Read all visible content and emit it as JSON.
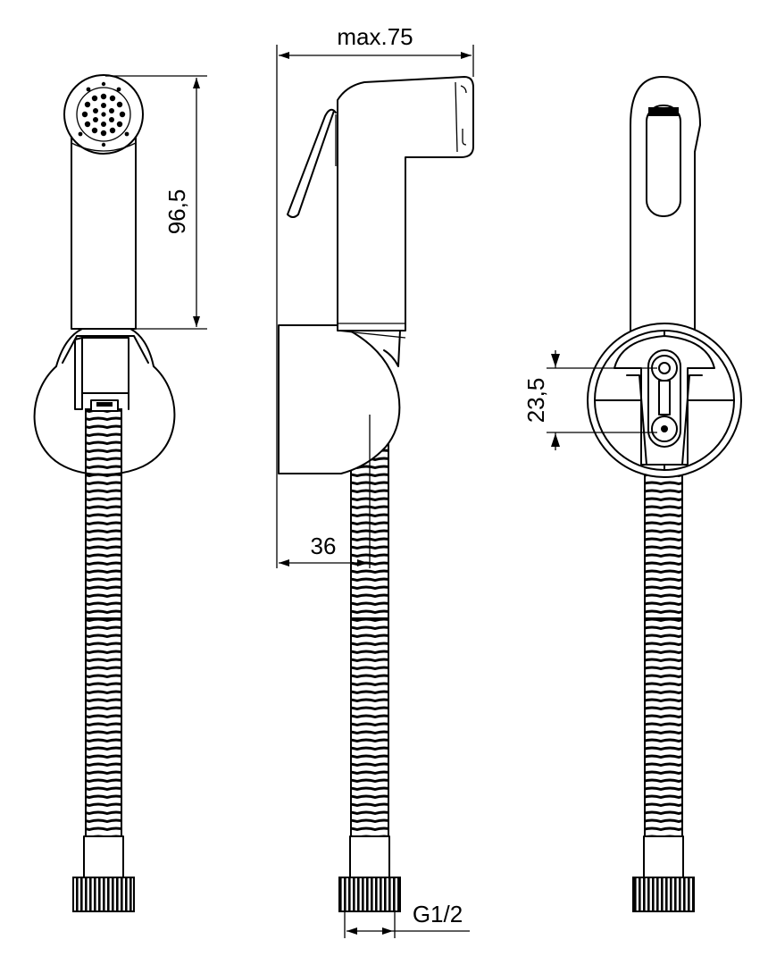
{
  "dimensions": {
    "width_max": "max.75",
    "height": "96,5",
    "projection": "36",
    "hole_spacing": "23,5",
    "thread": "G1/2"
  },
  "views": [
    "front",
    "side",
    "back"
  ]
}
